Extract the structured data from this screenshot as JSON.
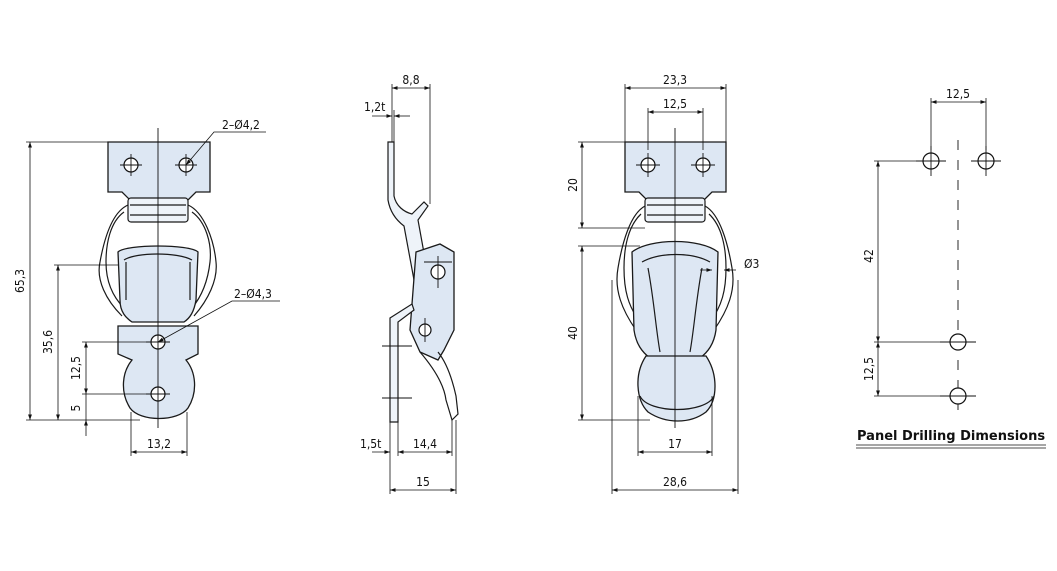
{
  "front_view": {
    "hole_top_label": "2–Ø4,2",
    "hole_bottom_label": "2–Ø4,3",
    "height_total": "65,3",
    "height_mid": "35,6",
    "hole_pitch": "12,5",
    "bottom_offset": "5",
    "width_base": "13,2"
  },
  "side_view": {
    "thickness_top": "1,2t",
    "width_top": "8,8",
    "thickness_bottom": "1,5t",
    "width_base": "14,4",
    "width_total": "15"
  },
  "hasp_view": {
    "width_outer": "23,3",
    "hole_pitch": "12,5",
    "plate_height": "20",
    "body_height": "40",
    "hole_diameter": "Ø3",
    "width_head": "17",
    "width_total": "28,6"
  },
  "panel_drilling": {
    "hole_pitch_top": "12,5",
    "distance": "42",
    "hole_pitch_bottom": "12,5",
    "caption": "Panel Drilling Dimensions"
  }
}
